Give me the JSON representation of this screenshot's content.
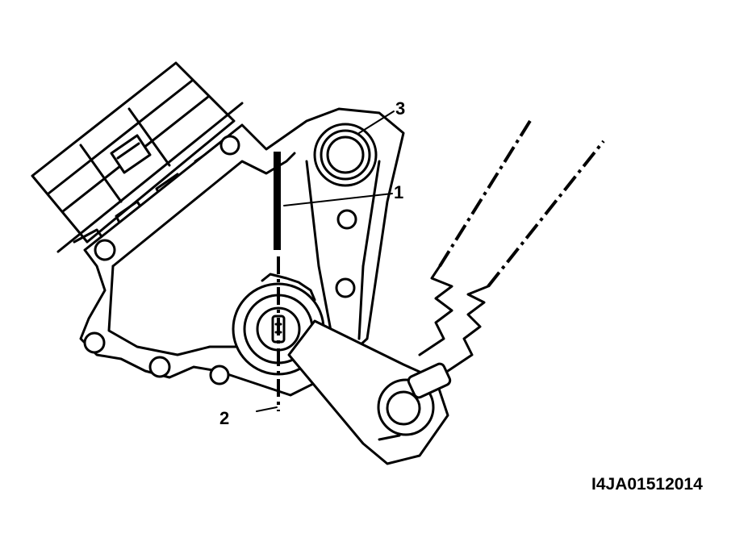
{
  "callouts": {
    "one": "1",
    "two": "2",
    "three": "3"
  },
  "figure_code": "I4JA01512014",
  "colors": {
    "ink": "#000000",
    "paper": "#ffffff"
  }
}
